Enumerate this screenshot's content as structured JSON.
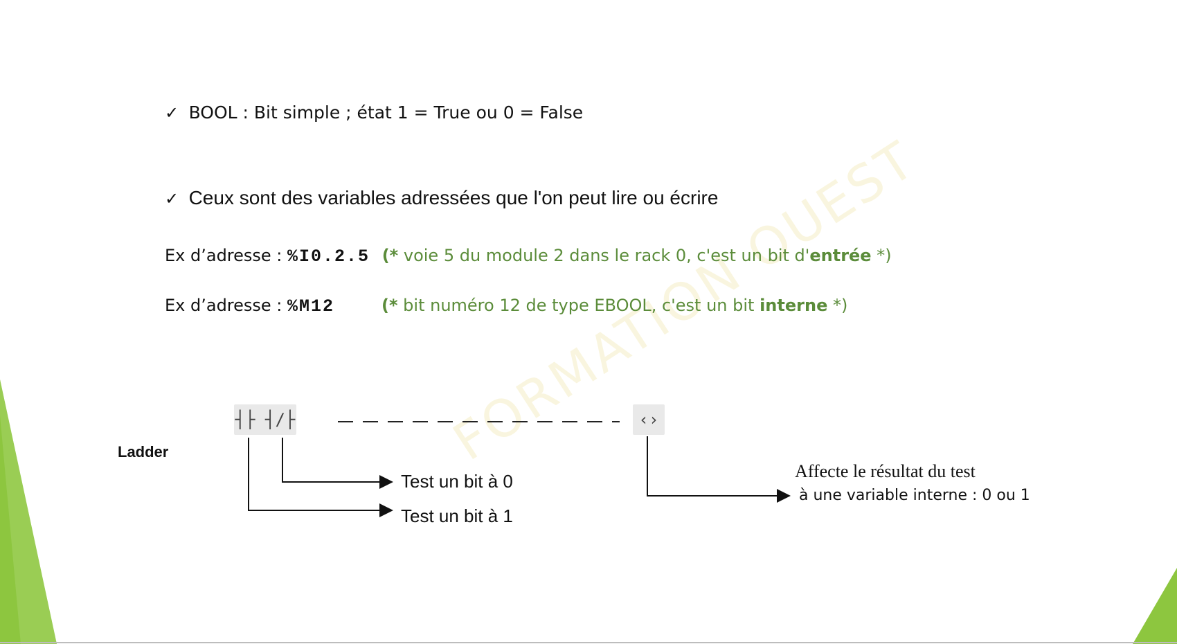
{
  "watermark": "FORMATION OUEST",
  "bullets": [
    {
      "check": "✓",
      "text": "BOOL :  Bit simple ; état 1 = True ou 0 = False"
    },
    {
      "check": "✓",
      "text": "Ceux sont des variables adressées que l'on peut lire ou écrire"
    }
  ],
  "examples": [
    {
      "prefix": "Ex d’adresse : ",
      "code": "%I0.2.5",
      "comment_open": "(*",
      "comment_text": " voie 5 du module 2 dans le rack 0, c'est un bit d'",
      "comment_bold": "entrée",
      "comment_close": " *)"
    },
    {
      "prefix": "Ex d’adresse : ",
      "code": "%M12",
      "comment_open": "(*",
      "comment_text": " bit numéro 12 de type EBOOL, c'est un bit ",
      "comment_bold": "interne",
      "comment_close": " *)"
    }
  ],
  "ladder": {
    "label": "Ladder",
    "contacts_symbol": "┤├ ┤/├",
    "coil_symbol": "‹›",
    "test_bit_0": "Test un bit à  0",
    "test_bit_1": "Test un bit à 1",
    "affect_line1": "Affecte le résultat du test",
    "affect_line2": "à une variable interne : 0 ou 1"
  },
  "colors": {
    "accent_green": "#8dc63f",
    "comment_green": "#5b8c3a"
  }
}
